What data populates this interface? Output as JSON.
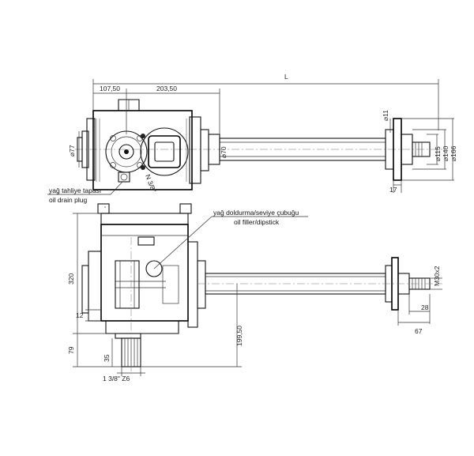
{
  "dimensions": {
    "overall_length": "L",
    "left_offset": "107,50",
    "shaft_offset": "203,50",
    "dia_77": "⌀77",
    "dia_70": "⌀70",
    "dia_11": "⌀11",
    "dia_115": "⌀115",
    "dia_140": "⌀140",
    "dia_166": "⌀166",
    "flange_17": "17",
    "thread_bottom": "N 3/8\"",
    "height_320": "320",
    "height_12": "12",
    "height_199": "199,50",
    "height_79": "79",
    "shaft_35": "35",
    "spline": "1 3/8\" Z6",
    "thread_m30": "M30x2",
    "dim_28": "28",
    "dim_67": "67"
  },
  "callouts": {
    "drain_tr": "yağ tahliye tapası",
    "drain_en": "oil drain plug",
    "filler_tr": "yağ doldurma/seviye çubuğu",
    "filler_en": "oil filler/dipstick"
  }
}
